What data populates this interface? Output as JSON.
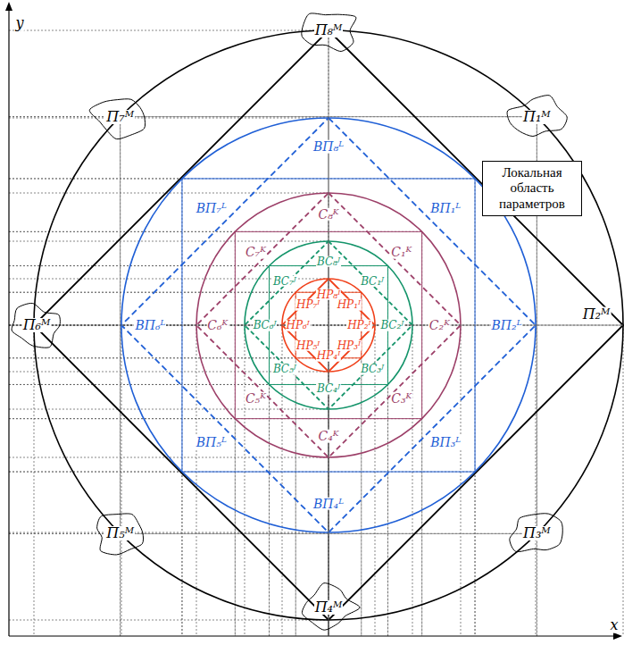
{
  "diagram": {
    "nodes": [
      {
        "text": [
          "Локальная область параметров"
        ]
      },
      {
        "text": [
          "П₁ᴹ"
        ]
      },
      {
        "text": [
          "П₃ᴹ"
        ]
      },
      {
        "text": [
          "П₄ᴹ"
        ]
      },
      {
        "text": [
          "П₅ᴹ"
        ]
      },
      {
        "text": [
          "П₆ᴹ"
        ]
      },
      {
        "text": [
          "П₇ᴹ"
        ]
      },
      {
        "text": [
          "П₈ᴹ"
        ]
      }
    ],
    "labels": [
      "П₂ᴹ",
      "ВП₁ᴸ",
      "ВП₂ᴸ",
      "ВП₃ᴸ",
      "ВП₄ᴸ",
      "ВП₅ᴸ",
      "ВП₆ᴸ",
      "ВП₇ᴸ",
      "ВП₈ᴸ",
      "С₁ᴷ",
      "С₂ᴷ",
      "С₃ᴷ",
      "С₄ᴷ",
      "С₅ᴷ",
      "С₆ᴷ",
      "С₇ᴷ",
      "С₈ᴷ",
      "ВС₁ᴶ",
      "ВС₂ᴶ",
      "ВС₃ᴶ",
      "ВС₄ᴶ",
      "ВС₅ᴶ",
      "ВС₆ᴶ",
      "ВС₇ᴶ",
      "ВС₈ᴶ",
      "НР₁ᴵ",
      "НР₂ᴵ",
      "НР₃ᴵ",
      "НР₄ᴵ",
      "НР₅ᴵ",
      "НР₆ᴵ",
      "НР₇ᴵ",
      "НР₈ᴵ",
      "y",
      "x"
    ]
  }
}
